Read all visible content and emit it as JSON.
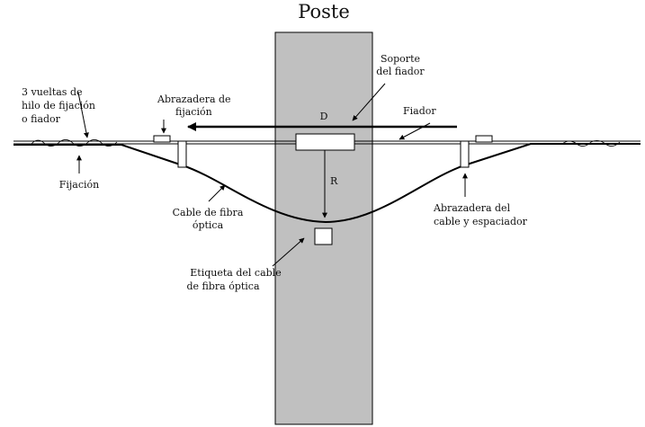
{
  "title": "Poste",
  "labels": {
    "vueltas": [
      "3 vueltas de",
      "hilo de fijación",
      "o fiador"
    ],
    "fijacion": [
      "Fijación"
    ],
    "abrazadera_fijacion": [
      "Abrazadera de",
      "fijación"
    ],
    "soporte": [
      "Soporte",
      "del fiador"
    ],
    "fiador": [
      "Fiador"
    ],
    "D": "D",
    "R": "R",
    "cable_fibra": [
      "Cable de fibra",
      "óptica"
    ],
    "abrazadera_cable": [
      "Abrazadera del",
      "cable y espaciador"
    ],
    "etiqueta": [
      "Etiqueta del cable",
      "de fibra óptica"
    ]
  },
  "colors": {
    "pole": "#c0c0c0",
    "line": "#000000",
    "background": "#ffffff"
  }
}
